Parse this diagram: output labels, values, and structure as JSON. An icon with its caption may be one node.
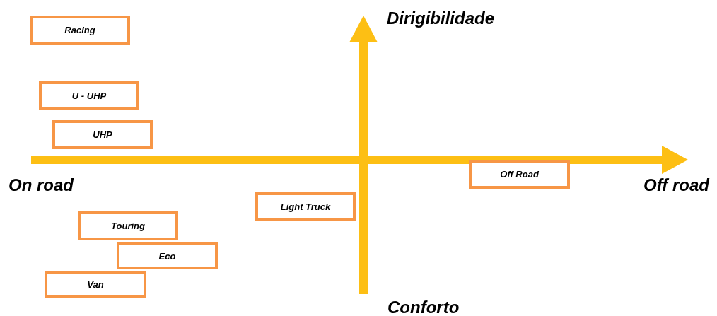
{
  "diagram": {
    "nodes": [
      {
        "text": [
          "Racing"
        ]
      },
      {
        "text": [
          "U - UHP"
        ]
      },
      {
        "text": [
          "UHP"
        ]
      },
      {
        "text": [
          "Off Road"
        ]
      },
      {
        "text": [
          "Light Truck"
        ]
      },
      {
        "text": [
          "Touring"
        ]
      },
      {
        "text": [
          "Eco"
        ]
      },
      {
        "text": [
          "Van"
        ]
      }
    ],
    "labels": [
      "Dirigibilidade",
      "On road",
      "Off road",
      "Conforto"
    ]
  }
}
